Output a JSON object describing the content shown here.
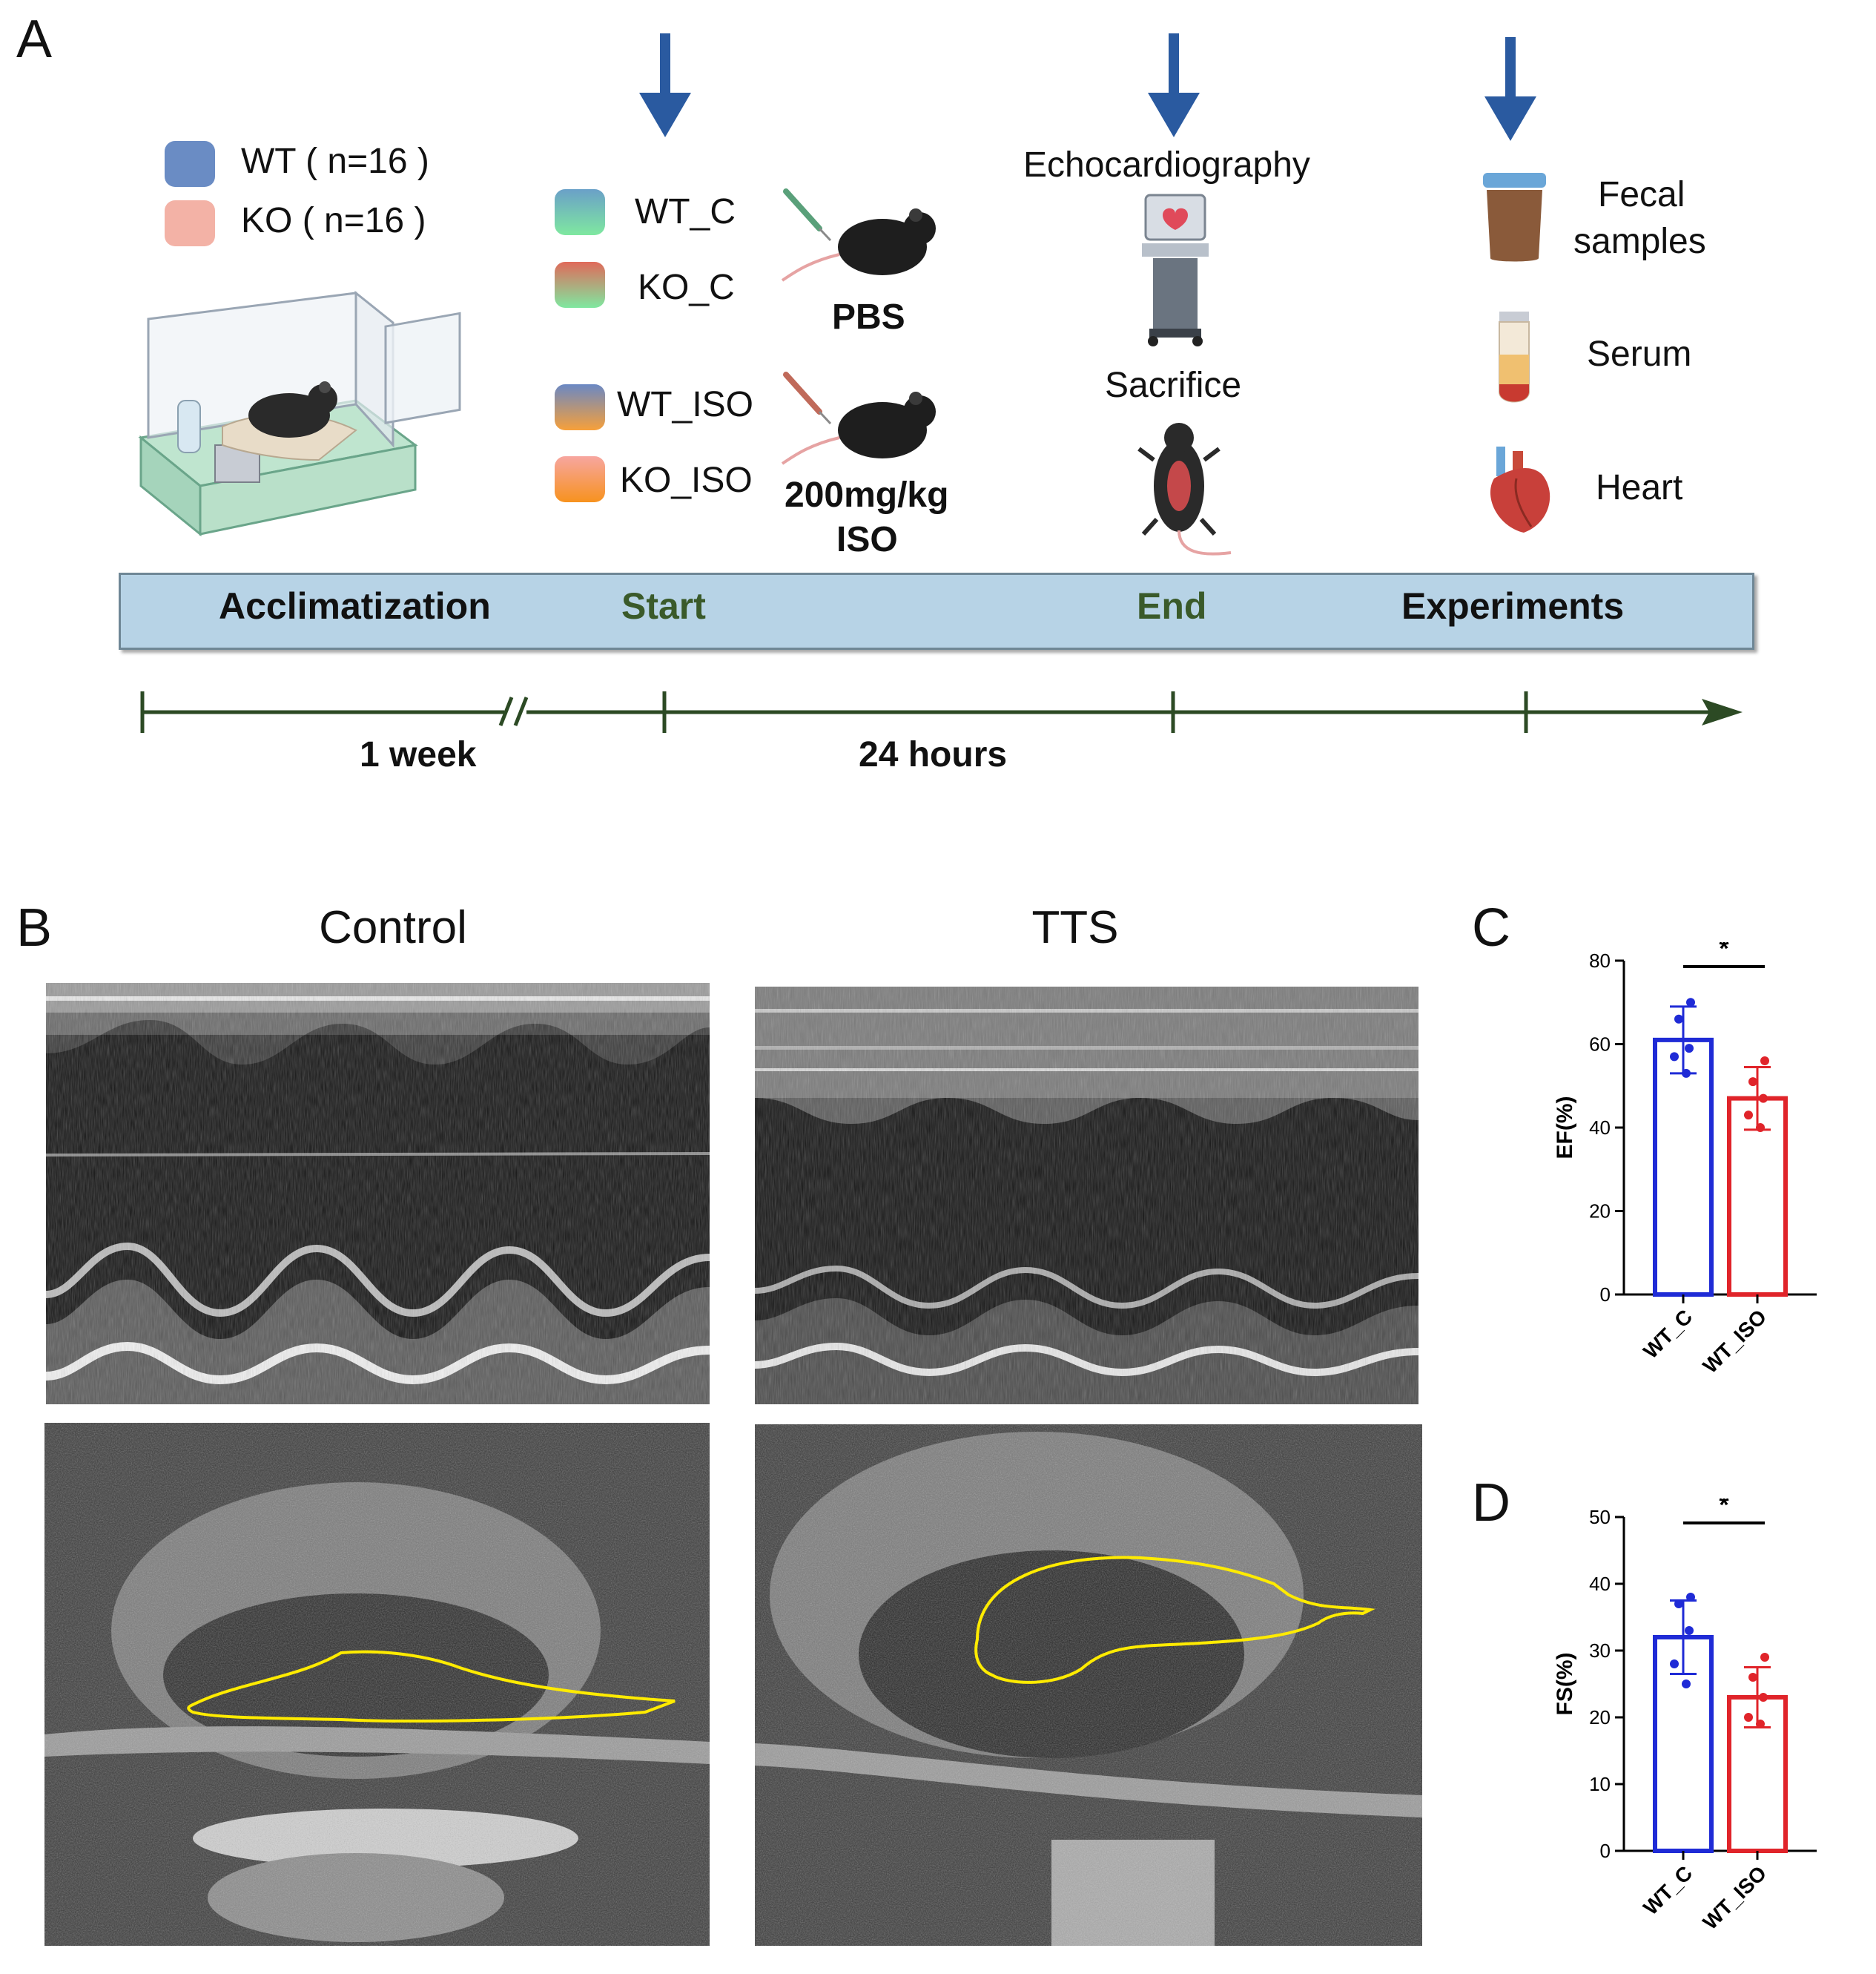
{
  "panel_a": {
    "letter": "A",
    "legend": [
      {
        "label": "WT ( n=16 )",
        "color": "#6a8cc4"
      },
      {
        "label": "KO ( n=16 )",
        "color": "#f3b2a6"
      }
    ],
    "groups": [
      {
        "label": "WT_C",
        "gradient": [
          "#6aa0c8",
          "#7fe8a0"
        ]
      },
      {
        "label": "KO_C",
        "gradient": [
          "#e06a5a",
          "#7fe8a0"
        ]
      },
      {
        "label": "WT_ISO",
        "gradient": [
          "#6a88c4",
          "#f7a03a"
        ]
      },
      {
        "label": "KO_ISO",
        "gradient": [
          "#f7a6a0",
          "#f7921e"
        ]
      }
    ],
    "treatment_pbs": "PBS",
    "treatment_iso_line1": "200mg/kg",
    "treatment_iso_line2": "ISO",
    "echo_label": "Echocardiography",
    "sacrifice_label": "Sacrifice",
    "samples": [
      {
        "label_line1": "Fecal",
        "label_line2": "samples"
      },
      {
        "label_line1": "Serum",
        "label_line2": ""
      },
      {
        "label_line1": "Heart",
        "label_line2": ""
      }
    ],
    "timeline": {
      "acclimatization": "Acclimatization",
      "start": "Start",
      "end": "End",
      "experiments": "Experiments",
      "duration1": "1 week",
      "duration2": "24 hours"
    },
    "colors": {
      "arrow": "#2a5aa0",
      "bar": "#b7d3e6",
      "axis": "#2c4a24",
      "stage_green": "#3a5a2a"
    }
  },
  "panel_b": {
    "letter": "B",
    "col_control": "Control",
    "col_tts": "TTS"
  },
  "chart_data": [
    {
      "panel": "C",
      "type": "bar",
      "categories": [
        "WT_C",
        "WT_ISO"
      ],
      "values": [
        61,
        47
      ],
      "error": [
        8,
        7.5
      ],
      "points": [
        [
          70,
          66,
          59,
          57,
          53
        ],
        [
          56,
          51,
          47,
          43,
          40
        ]
      ],
      "colors": [
        "#1f2bd6",
        "#e0242a"
      ],
      "ylabel": "EF(%)",
      "ylim": [
        0,
        80
      ],
      "yticks": [
        0,
        20,
        40,
        60,
        80
      ],
      "significance": "*"
    },
    {
      "panel": "D",
      "type": "bar",
      "categories": [
        "WT_C",
        "WT_ISO"
      ],
      "values": [
        32,
        23
      ],
      "error": [
        5.5,
        4.5
      ],
      "points": [
        [
          38,
          37,
          33,
          28,
          25
        ],
        [
          29,
          26,
          23,
          20,
          19
        ]
      ],
      "colors": [
        "#1f2bd6",
        "#e0242a"
      ],
      "ylabel": "FS(%)",
      "ylim": [
        0,
        50
      ],
      "yticks": [
        0,
        10,
        20,
        30,
        40,
        50
      ],
      "significance": "*"
    }
  ]
}
